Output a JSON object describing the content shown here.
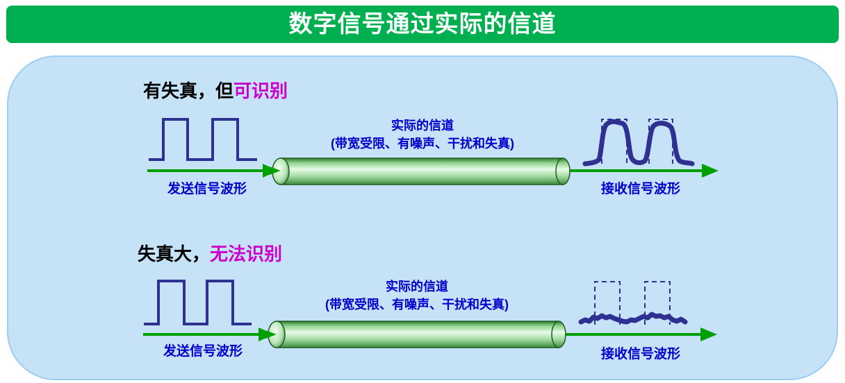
{
  "title": "数字信号通过实际的信道",
  "colors": {
    "title_bg": "#00b050",
    "panel_bg": "#c5e2f6",
    "wave_blue": "#2e3192",
    "label_blue": "#0000cc",
    "arrow_green": "#00a000",
    "highlight_magenta": "#cc00cc"
  },
  "scenarios": [
    {
      "heading_prefix": "有失真，但",
      "heading_highlight": "可识别",
      "channel_label_line1": "实际的信道",
      "channel_label_line2": "(带宽受限、有噪声、干扰和失真)",
      "send_label": "发送信号波形",
      "receive_label": "接收信号波形"
    },
    {
      "heading_prefix": "失真大，",
      "heading_highlight": "无法识别",
      "channel_label_line1": "实际的信道",
      "channel_label_line2": "(带宽受限、有噪声、干扰和失真)",
      "send_label": "发送信号波形",
      "receive_label": "接收信号波形"
    }
  ]
}
